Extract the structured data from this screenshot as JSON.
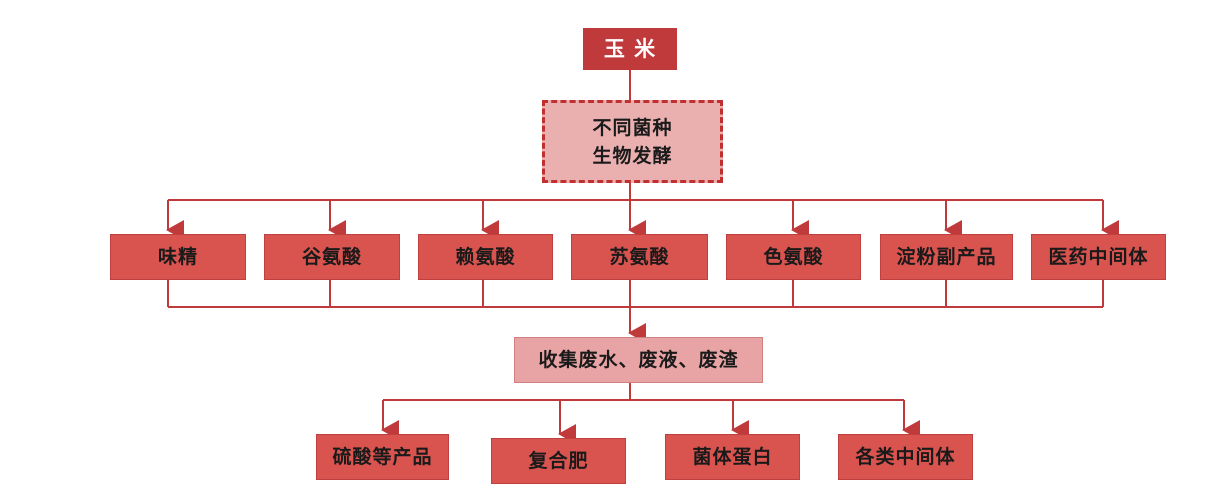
{
  "top": {
    "label": "玉 米"
  },
  "process": {
    "label": "不同菌种\n生物发酵"
  },
  "products": [
    {
      "label": "味精"
    },
    {
      "label": "谷氨酸"
    },
    {
      "label": "赖氨酸"
    },
    {
      "label": "苏氨酸"
    },
    {
      "label": "色氨酸"
    },
    {
      "label": "淀粉副产品"
    },
    {
      "label": "医药中间体"
    }
  ],
  "collect": {
    "label": "收集废水、废液、废渣"
  },
  "outputs": [
    {
      "label": "硫酸等产品"
    },
    {
      "label": "复合肥"
    },
    {
      "label": "菌体蛋白"
    },
    {
      "label": "各类中间体"
    }
  ],
  "colors": {
    "line": "#c0393b",
    "dark": "#c0393b",
    "mid": "#d9534f",
    "light": "#e8a4a4"
  }
}
